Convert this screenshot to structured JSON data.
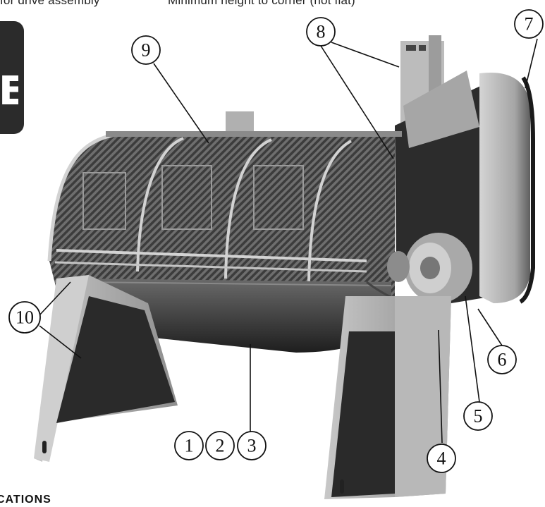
{
  "header": {
    "left_text": "for drive assembly",
    "mid_text": "Minimum height to corner (not flat)"
  },
  "side_tab": {
    "letter": "E",
    "color": "#2b2b2b"
  },
  "callouts": [
    "1",
    "2",
    "3",
    "4",
    "5",
    "6",
    "7",
    "8",
    "9",
    "10"
  ],
  "footer": {
    "heading": "CATIONS"
  }
}
